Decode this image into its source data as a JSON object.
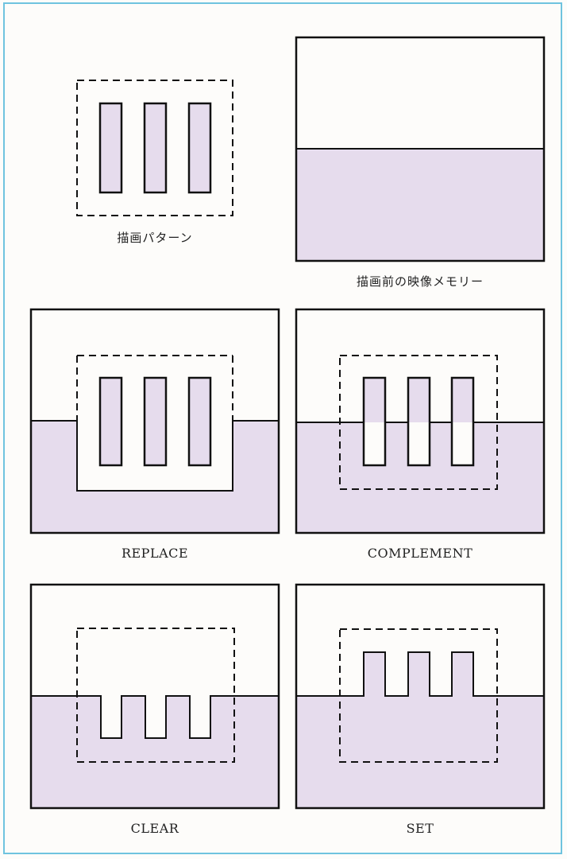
{
  "colors": {
    "border": "#6fc3df",
    "lavender_fill": "#e6dced",
    "stroke": "#111111",
    "background": "#fdfcfa"
  },
  "labels": {
    "pattern": "描画パターン",
    "before_memory": "描画前の映像メモリー",
    "replace": "REPLACE",
    "complement": "COMPLEMENT",
    "clear": "CLEAR",
    "set": "SET"
  }
}
